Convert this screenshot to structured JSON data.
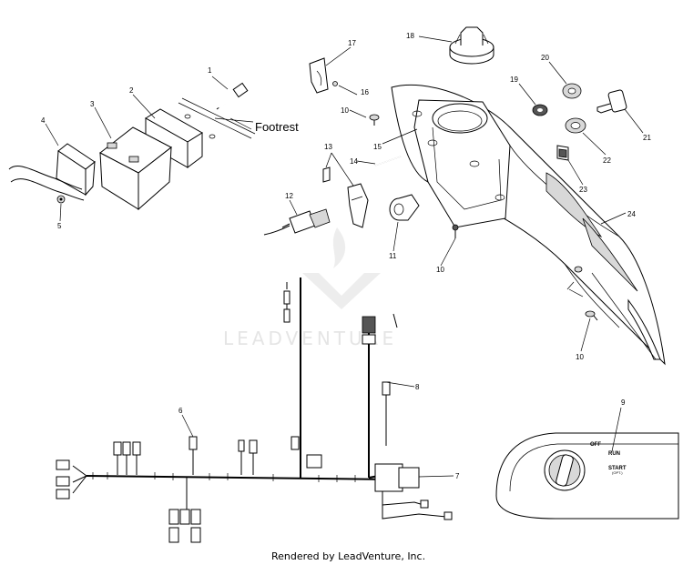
{
  "watermark": {
    "text": "LEADVENTURE"
  },
  "footer": {
    "text": "Rendered by LeadVenture, Inc."
  },
  "callouts": {
    "c1": "1",
    "c2": "2",
    "c3": "3",
    "c4": "4",
    "c5": "5",
    "c6": "6",
    "c7": "7",
    "c8": "8",
    "c9": "9",
    "c10a": "10",
    "c10b": "10",
    "c10c": "10",
    "c11": "11",
    "c12": "12",
    "c13": "13",
    "c14": "14",
    "c15": "15",
    "c16": "16",
    "c17": "17",
    "c18": "18",
    "c19": "19",
    "c20": "20",
    "c21": "21",
    "c22": "22",
    "c23": "23",
    "c24": "24"
  },
  "labels": {
    "footrest": "Footrest"
  },
  "ignition_switch": {
    "off": "OFF",
    "run": "RUN",
    "start": "START",
    "start_sub": "(OPT.)"
  }
}
